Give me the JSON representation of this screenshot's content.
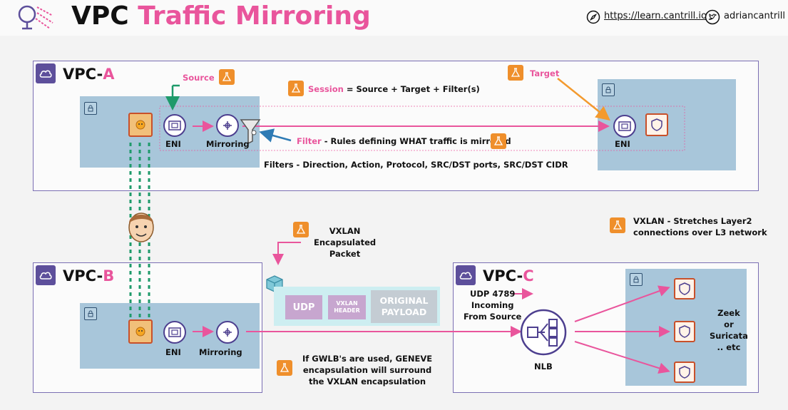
{
  "header": {
    "title_main": "VPC",
    "title_accent": "Traffic Mirroring",
    "site_link": "https://learn.cantrill.io",
    "twitter_handle": "adriancantrill"
  },
  "vpcs": {
    "a": {
      "prefix": "VPC-",
      "suffix": "A"
    },
    "b": {
      "prefix": "VPC-",
      "suffix": "B"
    },
    "c": {
      "prefix": "VPC-",
      "suffix": "C"
    }
  },
  "labels": {
    "source": "Source",
    "target": "Target",
    "session_key": "Session",
    "session_text": "= Source + Target + Filter(s)",
    "filter_key": "Filter",
    "filter_text": "- Rules defining WHAT traffic is mirrored",
    "filters_list": "Filters - Direction, Action, Protocol, SRC/DST ports, SRC/DST CIDR",
    "eni": "ENI",
    "mirroring": "Mirroring",
    "vxlan_stretch_1": "VXLAN - Stretches Layer2",
    "vxlan_stretch_2": "connections over L3 network",
    "vxlan_pkt_1": "VXLAN",
    "vxlan_pkt_2": "Encapsulated",
    "vxlan_pkt_3": "Packet",
    "udp": "UDP",
    "vxlan_header_1": "VXLAN",
    "vxlan_header_2": "HEADER",
    "payload_1": "ORIGINAL",
    "payload_2": "PAYLOAD",
    "udp_port_1": "UDP 4789",
    "udp_port_2": "Incoming",
    "udp_port_3": "From Source",
    "nlb": "NLB",
    "tools_1": "Zeek",
    "tools_2": "or",
    "tools_3": "Suricata",
    "tools_4": ".. etc",
    "geneve_1": "If GWLB's are used, GENEVE",
    "geneve_2": "encapsulation will surround",
    "geneve_3": "the VXLAN encapsulation"
  },
  "colors": {
    "accent_pink": "#e9559c",
    "vpc_border": "#7b6fb3",
    "subnet_blue": "#a8c6da",
    "badge_orange": "#ef8f2b",
    "source_arrow_green": "#1e9a6a",
    "target_arrow_orange": "#f39a2e",
    "filter_arrow_blue": "#2e7bb5"
  }
}
